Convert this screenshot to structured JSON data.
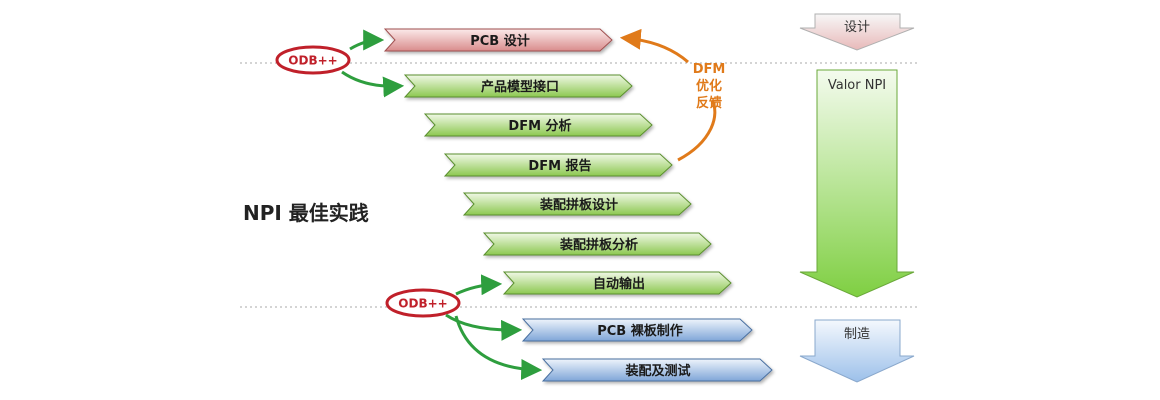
{
  "title": "NPI 最佳实践",
  "odb_logo": "ODB++",
  "feedback_label": [
    "DFM",
    "优化",
    "反馈"
  ],
  "steps": [
    {
      "label": "PCB 设计",
      "phase": "design"
    },
    {
      "label": "产品模型接口",
      "phase": "npi"
    },
    {
      "label": "DFM 分析",
      "phase": "npi"
    },
    {
      "label": "DFM 报告",
      "phase": "npi"
    },
    {
      "label": "装配拼板设计",
      "phase": "npi"
    },
    {
      "label": "装配拼板分析",
      "phase": "npi"
    },
    {
      "label": "自动输出",
      "phase": "npi"
    },
    {
      "label": "PCB 裸板制作",
      "phase": "mfg"
    },
    {
      "label": "装配及测试",
      "phase": "mfg"
    }
  ],
  "stages": [
    {
      "label": "设计",
      "color": "#f0c8c8"
    },
    {
      "label": "Valor NPI",
      "color": "#8fd45a"
    },
    {
      "label": "制造",
      "color": "#a8c8ee"
    }
  ],
  "colors": {
    "design": "#e9aaaa",
    "npi": "#a6d66e",
    "mfg": "#8fb3e2",
    "feedback": "#e07a1a",
    "connector": "#2e9e3e",
    "logo": "#c0202a"
  }
}
